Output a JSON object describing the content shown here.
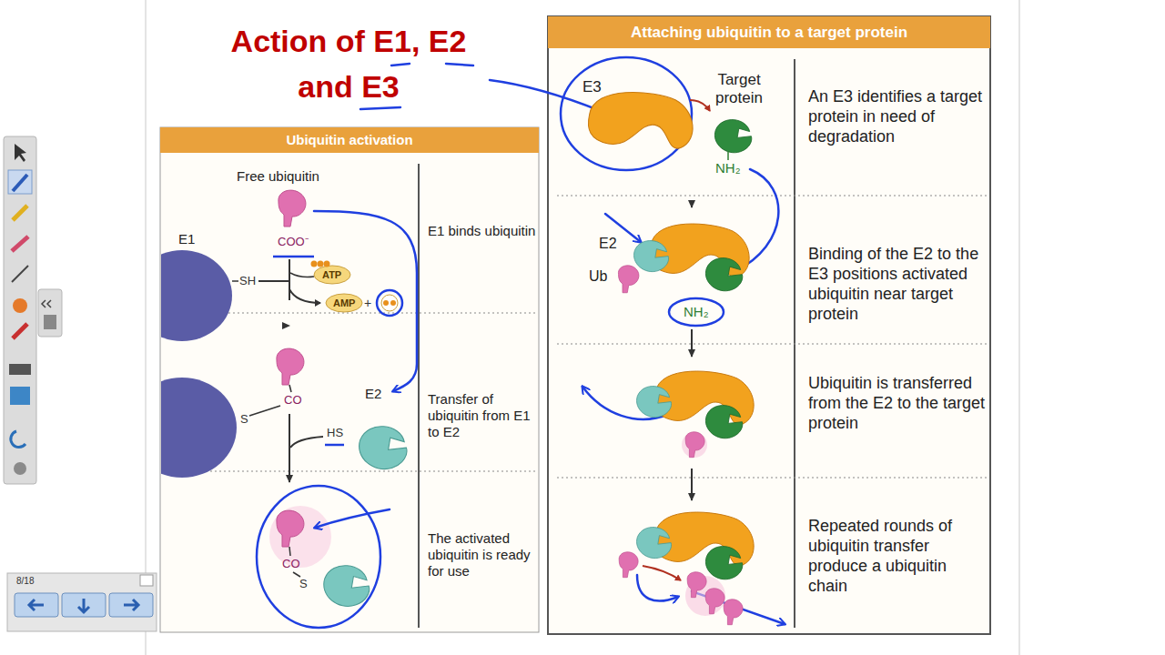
{
  "diagram": {
    "title": "Action of E1, E2 and E3",
    "nodes": [
      {
        "text": [
          "Ubiquitin activation"
        ]
      },
      {
        "text": [
          "E1 binds ubiquitin"
        ],
        "in": 0
      },
      {
        "text": [
          "Transfer of ubiquitin from E1 to E2"
        ],
        "in": 0
      },
      {
        "text": [
          "The activated ubiquitin is ready for use"
        ],
        "in": 0
      },
      {
        "text": [
          "Attaching ubiquitin to a target protein"
        ]
      },
      {
        "text": [
          "An E3 identifies a target protein in need of degradation"
        ],
        "in": 4
      },
      {
        "text": [
          "Binding of the E2 to the E3 positions activated ubiquitin near target protein"
        ],
        "in": 4
      },
      {
        "text": [
          "Ubiquitin is transferred from the E2 to the target protein"
        ],
        "in": 4
      },
      {
        "text": [
          "Repeated rounds of ubiquitin transfer produce a ubiquitin chain"
        ],
        "in": 4
      }
    ],
    "edges": [
      {
        "from": 1,
        "to": 2,
        "arrow": "to"
      },
      {
        "from": 2,
        "to": 3,
        "arrow": "to"
      },
      {
        "from": 5,
        "to": 6,
        "arrow": "to"
      },
      {
        "from": 6,
        "to": 7,
        "arrow": "to"
      },
      {
        "from": 7,
        "to": 8,
        "arrow": "to"
      }
    ],
    "labels": [
      "Free ubiquitin",
      "E1",
      "SH",
      "COO⁻",
      "ATP",
      "AMP",
      "+",
      "S",
      "CO",
      "E2",
      "HS",
      "CO",
      "S",
      "E3",
      "Target protein",
      "NH₂",
      "E2",
      "Ub",
      "NH₂",
      "8/18"
    ]
  }
}
